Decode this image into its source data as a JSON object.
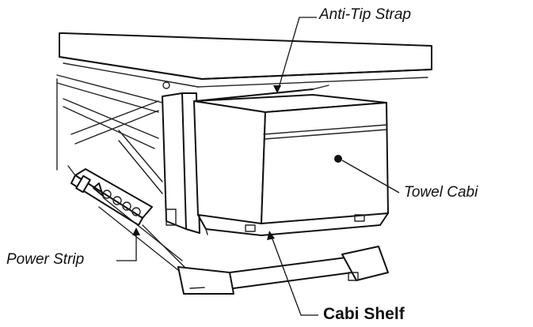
{
  "callouts": {
    "anti_tip_strap": "Anti-Tip Strap",
    "towel_cabi": "Towel Cabi",
    "power_strip": "Power Strip",
    "cabi_shelf": "Cabi Shelf"
  }
}
